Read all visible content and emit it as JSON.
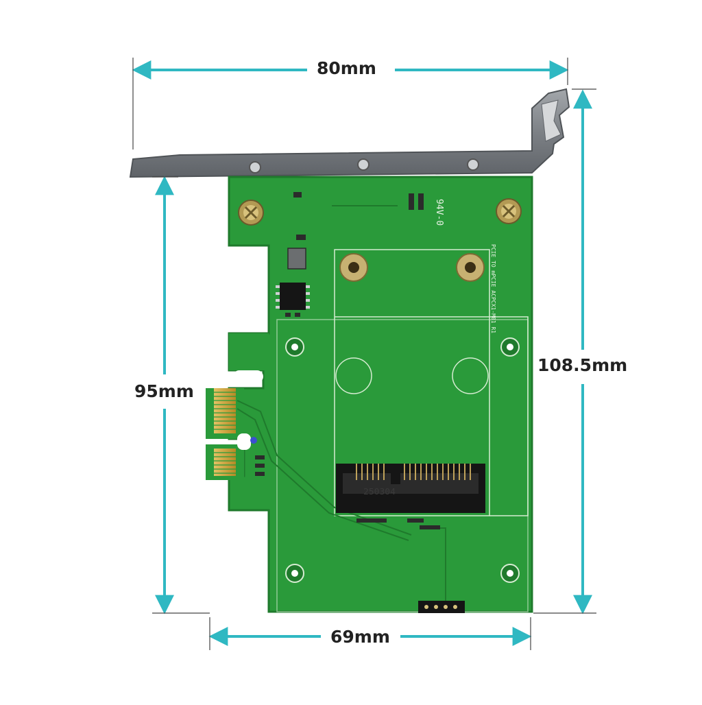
{
  "dimensions": {
    "bracket_width": "80mm",
    "bracket_height": "108.5mm",
    "card_height": "95mm",
    "card_width": "69mm"
  },
  "board_markings": {
    "main": "PCIE TO mPCIE  ACPCX1-M01 R1",
    "chip": "250304",
    "rating": "94V-0"
  },
  "colors": {
    "arrow": "#2fb8c2",
    "pcb": "#2a9a3a",
    "pcb_edge": "#1f7a2c",
    "bracket": "#8c9094",
    "gold": "#c9a23b",
    "background": "#ffffff"
  }
}
